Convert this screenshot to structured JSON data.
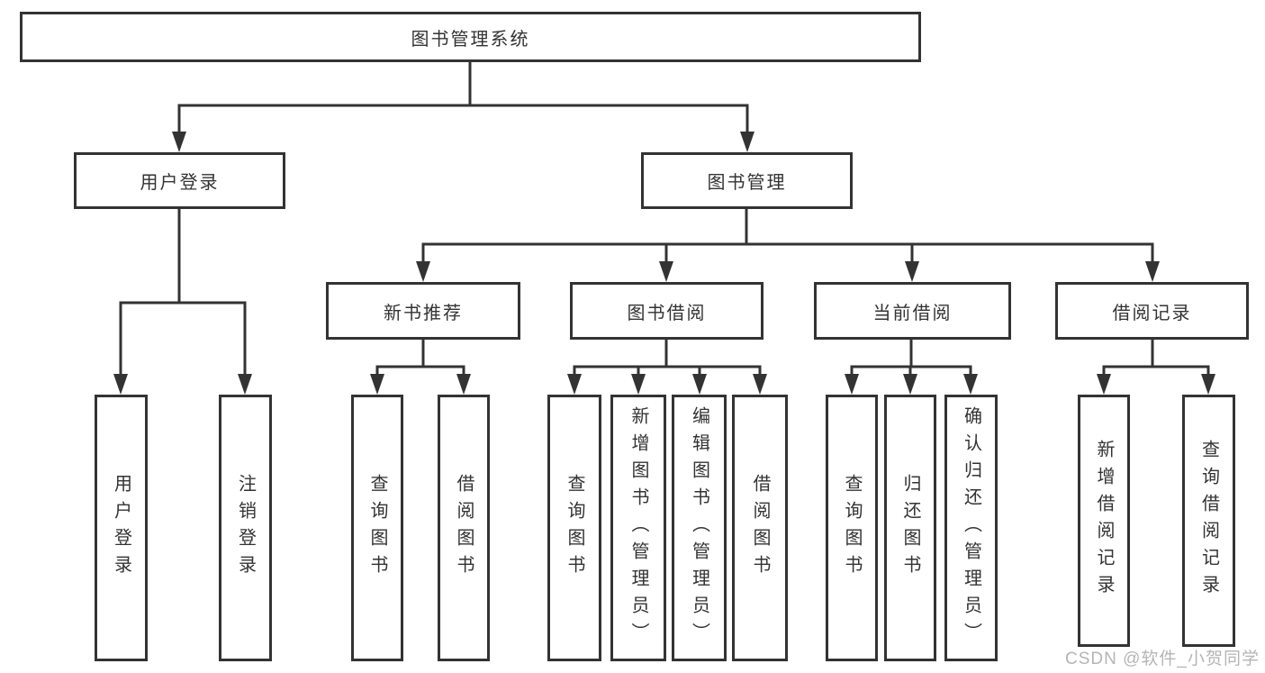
{
  "colors": {
    "line": "#333333",
    "text": "#333333",
    "background": "#ffffff",
    "box_bg": "#ffffff",
    "watermark": "#b5b5b5"
  },
  "watermark": "CSDN @软件_小贺同学",
  "tree": {
    "root": {
      "label": "图书管理系统"
    },
    "branches": [
      {
        "label": "用户登录",
        "leaves": [
          {
            "label": "用户登录"
          },
          {
            "label": "注销登录"
          }
        ]
      },
      {
        "label": "图书管理",
        "groups": [
          {
            "label": "新书推荐",
            "leaves": [
              {
                "label": "查询图书"
              },
              {
                "label": "借阅图书"
              }
            ]
          },
          {
            "label": "图书借阅",
            "leaves": [
              {
                "label": "查询图书"
              },
              {
                "label": "新增图书（管理员）"
              },
              {
                "label": "编辑图书（管理员）"
              },
              {
                "label": "借阅图书"
              }
            ]
          },
          {
            "label": "当前借阅",
            "leaves": [
              {
                "label": "查询图书"
              },
              {
                "label": "归还图书"
              },
              {
                "label": "确认归还（管理员）"
              }
            ]
          },
          {
            "label": "借阅记录",
            "leaves": [
              {
                "label": "新增借阅记录"
              },
              {
                "label": "查询借阅记录"
              }
            ]
          }
        ]
      }
    ]
  }
}
